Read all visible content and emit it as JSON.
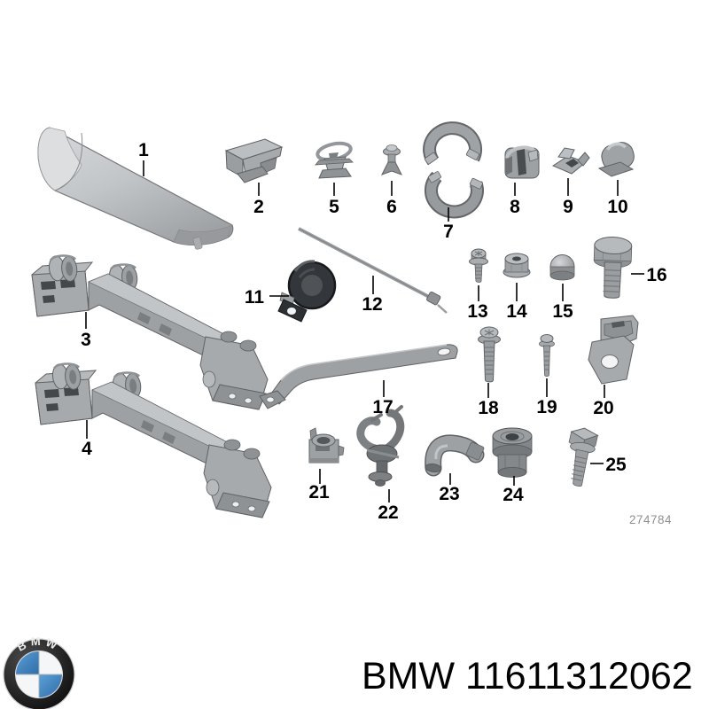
{
  "diagram": {
    "description_visible_text_only": "exploded fastener/bracket parts illustration",
    "drawing_number": "274784",
    "callouts": [
      {
        "label": "1"
      },
      {
        "label": "2"
      },
      {
        "label": "3"
      },
      {
        "label": "4"
      },
      {
        "label": "5"
      },
      {
        "label": "6"
      },
      {
        "label": "7"
      },
      {
        "label": "8"
      },
      {
        "label": "9"
      },
      {
        "label": "10"
      },
      {
        "label": "11"
      },
      {
        "label": "12"
      },
      {
        "label": "13"
      },
      {
        "label": "14"
      },
      {
        "label": "15"
      },
      {
        "label": "16"
      },
      {
        "label": "17"
      },
      {
        "label": "18"
      },
      {
        "label": "19"
      },
      {
        "label": "20"
      },
      {
        "label": "21"
      },
      {
        "label": "22"
      },
      {
        "label": "23"
      },
      {
        "label": "24"
      },
      {
        "label": "25"
      }
    ]
  },
  "footer": {
    "logo_text": "BMW",
    "text": "BMW 11611312062"
  },
  "colors": {
    "background": "#ffffff",
    "part_gray": "#a7aaad",
    "part_gray_light": "#c6c9cc",
    "part_gray_dark": "#8a8d90",
    "part_black": "#2d3033",
    "outline": "#5f6265",
    "callout_text": "#000000",
    "drawing_number_text": "#8f8f8f",
    "footer_text": "#000000",
    "logo_blue": "#4186c6",
    "logo_ring_black": "#111111",
    "logo_white": "#f4f6f8"
  }
}
